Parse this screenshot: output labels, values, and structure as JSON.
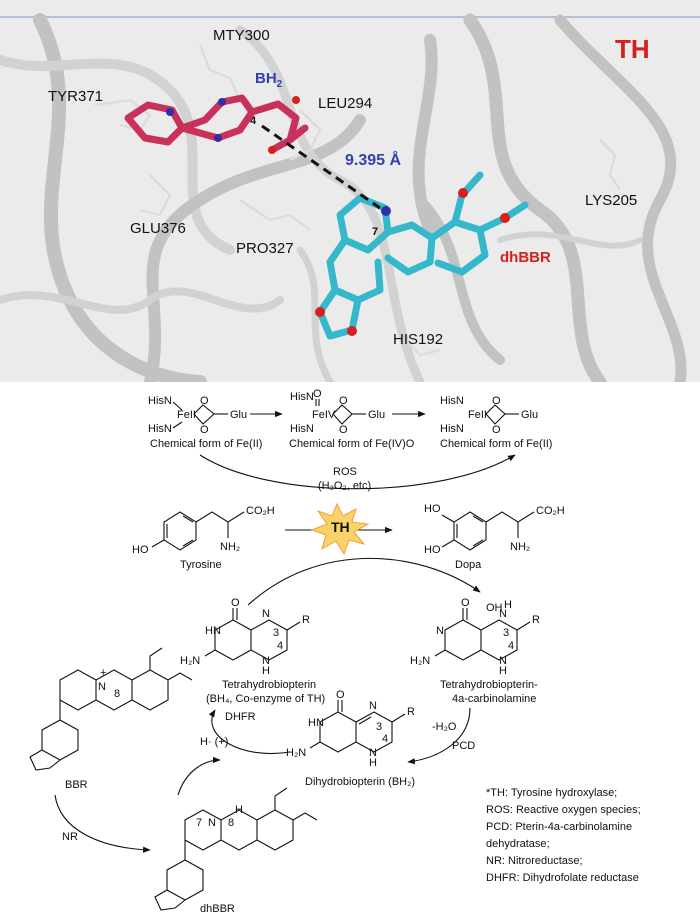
{
  "structure_panel": {
    "enzyme_label": "TH",
    "residues": [
      "MTY300",
      "TYR371",
      "LEU294",
      "GLU376",
      "PRO327",
      "LYS205",
      "HIS192"
    ],
    "bh2_label_main": "BH",
    "bh2_label_sub": "2",
    "ligand_label": "dhBBR",
    "distance_label": "9.395 Å",
    "atom_label_bh2": "4",
    "atom_label_dhbbr": "7"
  },
  "iron_cycle": {
    "fe2_left": {
      "top_ligand": "HisN",
      "bottom_ligand": "HisN",
      "metal": "FeII",
      "glu": "Glu",
      "caption": "Chemical form of Fe(II)"
    },
    "fe4": {
      "top_ligand": "HisN",
      "bottom_ligand": "HisN",
      "metal": "FeIV",
      "glu": "Glu",
      "caption": "Chemical form of Fe(IV)O"
    },
    "fe2_right": {
      "top_ligand": "HisN",
      "bottom_ligand": "HisN",
      "metal": "FeII",
      "glu": "Glu",
      "caption": "Chemical form of Fe(II)"
    },
    "ros_label": "ROS",
    "ros_detail": "(H₂O₂, etc)"
  },
  "reaction": {
    "enzyme": "TH",
    "substrate": "Tyrosine",
    "product": "Dopa",
    "co2h": "CO₂H",
    "nh2": "NH₂",
    "ho": "HO"
  },
  "cofactor_cycle": {
    "bh4_name": "Tetrahydrobiopterin",
    "bh4_sub": "(BH₄, Co-enzyme of TH)",
    "carbinolamine_name": "Tetrahydrobiopterin-",
    "carbinolamine_sub": "4a-carbinolamine",
    "bh2_name": "Dihydrobiopterin (BH₂)",
    "water_loss": "-H₂O",
    "pcd": "PCD",
    "dhfr": "DHFR",
    "h_plus": "H· (+)",
    "r_group": "R",
    "oh": "OH",
    "h2n": "H₂N"
  },
  "berberine": {
    "bbr": "BBR",
    "dhbbr": "dhBBR",
    "nr": "NR"
  },
  "abbreviations": [
    "*TH: Tyrosine hydroxylase;",
    "ROS: Reactive oxygen species;",
    "PCD: Pterin-4a-carbinolamine",
    "dehydratase;",
    "NR: Nitroreductase;",
    "DHFR: Dihydrofolate reductase"
  ],
  "colors": {
    "protein_bg": "#ececec",
    "ribbon": "#c2c2c2",
    "bh2": "#c9305a",
    "dhbbr": "#35b7cc",
    "label_red": "#d61f1f",
    "label_blue": "#3341a8"
  }
}
